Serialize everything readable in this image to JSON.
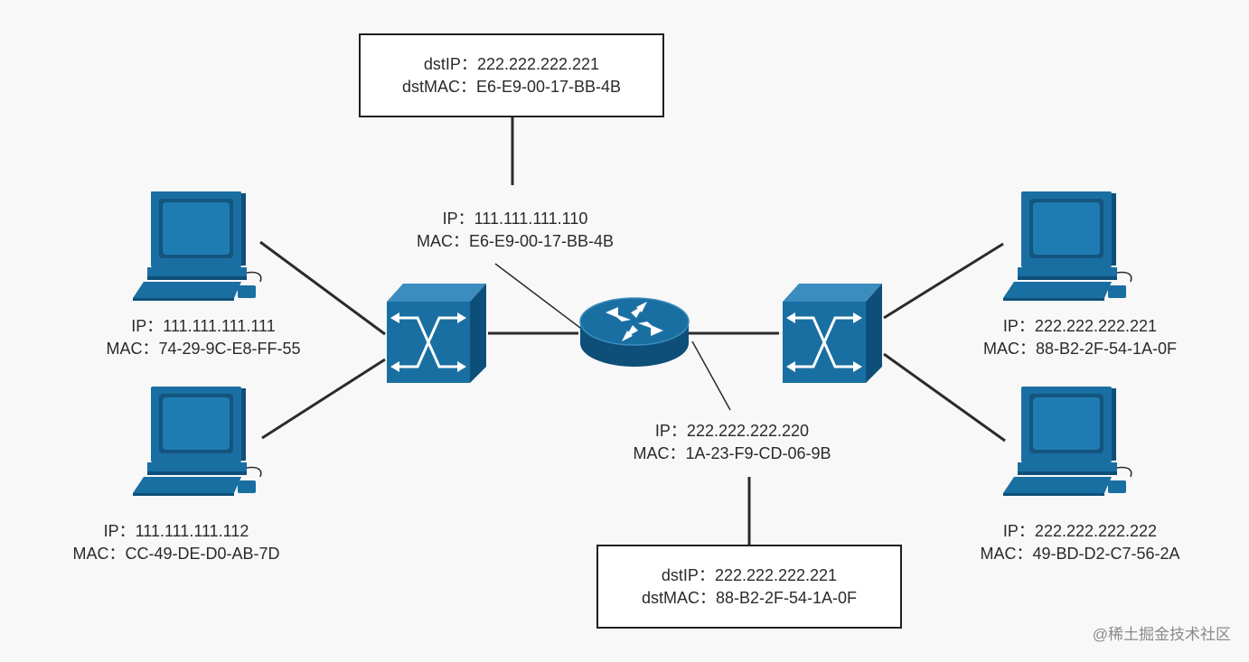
{
  "hosts": [
    {
      "ip_text": "IP：111.111.111.111",
      "mac_text": "MAC：74-29-9C-E8-FF-55"
    },
    {
      "ip_text": "IP：111.111.111.112",
      "mac_text": "MAC：CC-49-DE-D0-AB-7D"
    },
    {
      "ip_text": "IP：222.222.222.221",
      "mac_text": "MAC：88-B2-2F-54-1A-0F"
    },
    {
      "ip_text": "IP：222.222.222.222",
      "mac_text": "MAC：49-BD-D2-C7-56-2A"
    }
  ],
  "router": {
    "left_port": {
      "ip_text": "IP：111.111.111.110",
      "mac_text": "MAC：E6-E9-00-17-BB-4B"
    },
    "right_port": {
      "ip_text": "IP：222.222.222.220",
      "mac_text": "MAC：1A-23-F9-CD-06-9B"
    }
  },
  "packets": [
    {
      "dst_ip_text": "dstIP：222.222.222.221",
      "dst_mac_text": "dstMAC：E6-E9-00-17-BB-4B"
    },
    {
      "dst_ip_text": "dstIP：222.222.222.221",
      "dst_mac_text": "dstMAC：88-B2-2F-54-1A-0F"
    }
  ],
  "watermark": "@稀土掘金技术社区",
  "colors": {
    "device_blue": "#1a6fa2",
    "device_blue_dark": "#0e4f79",
    "device_blue_light": "#3b8dc0",
    "line_color": "#2b2b2b"
  },
  "icons": {
    "host": "desktop-computer-icon",
    "switch": "network-switch-icon",
    "router": "router-icon"
  }
}
